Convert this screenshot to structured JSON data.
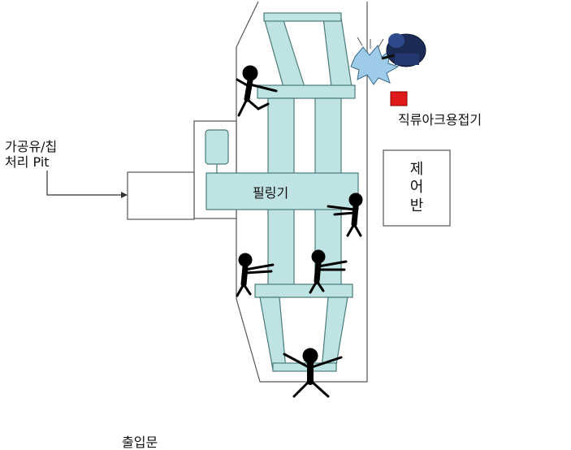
{
  "labels": {
    "pit_line1": "가공유/칩",
    "pit_line2": "처리 Pit",
    "dc_arc_welder": "직류아크용접기",
    "peeling_machine": "필링기",
    "control_panel_line1": "제",
    "control_panel_line2": "어",
    "control_panel_line3": "반",
    "entrance": "출입문"
  },
  "colors": {
    "frame_fill": "#bfe3e3",
    "frame_stroke": "#4a7a7a",
    "outline": "#555555",
    "welder_box": "#e01a1a",
    "worker": "#000000",
    "spark": "#9ecbe8"
  }
}
